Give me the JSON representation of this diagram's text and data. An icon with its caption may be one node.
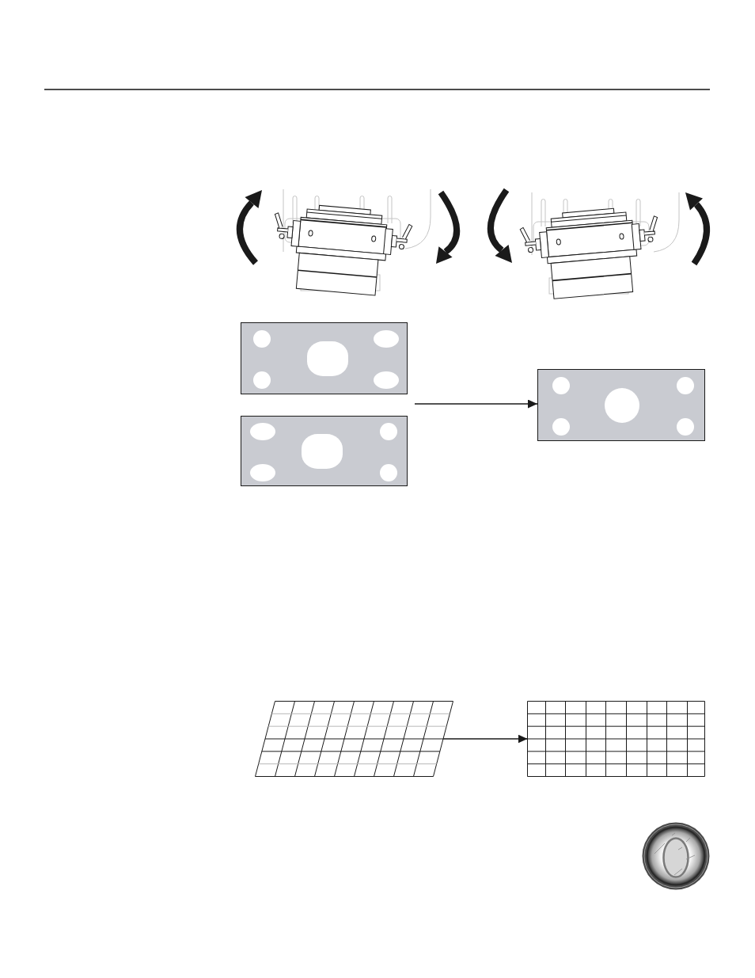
{
  "diagram": {
    "nodes": [
      {
        "text": [],
        "shape": "box"
      },
      {
        "text": [],
        "shape": "box"
      },
      {
        "text": [],
        "shape": "box"
      },
      {
        "text": [],
        "shape": "grid"
      },
      {
        "text": [],
        "shape": "grid"
      }
    ],
    "edges": [
      {
        "from": null,
        "to": 2,
        "arrow": "to"
      },
      {
        "from": 3,
        "to": 4,
        "arrow": "to"
      }
    ]
  }
}
